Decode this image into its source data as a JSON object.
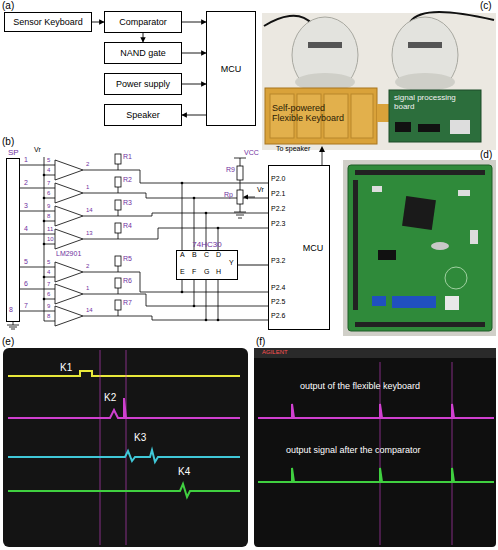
{
  "diagram": {
    "nodes": [
      {
        "text": [
          "Sensor Keyboard"
        ]
      },
      {
        "text": [
          "Comparator"
        ]
      },
      {
        "text": [
          "NAND gate"
        ]
      },
      {
        "text": [
          "Power supply"
        ]
      },
      {
        "text": [
          "Speaker"
        ]
      },
      {
        "text": [
          "MCU"
        ]
      },
      {
        "text": [
          "SP"
        ]
      },
      {
        "text": [
          "74HC30"
        ]
      },
      {
        "text": [
          "MCU"
        ]
      }
    ],
    "edges": [
      {
        "from": 0,
        "to": 1,
        "arrow": "to"
      },
      {
        "from": 1,
        "to": 5,
        "arrow": "to"
      },
      {
        "from": 1,
        "to": 2,
        "arrow": "to"
      },
      {
        "from": 2,
        "to": 5,
        "arrow": "to"
      },
      {
        "from": 3,
        "to": 5,
        "arrow": "to"
      },
      {
        "from": 5,
        "to": 4,
        "arrow": "to"
      },
      {
        "from": 7,
        "to": 8,
        "arrow": "none"
      }
    ],
    "labels": [
      "(a)",
      "(b)",
      "(c)",
      "(d)",
      "(e)",
      "(f)",
      "1",
      "2",
      "3",
      "4",
      "5",
      "6",
      "7",
      "8",
      "Vr",
      "5",
      "4",
      "7",
      "6",
      "9",
      "8",
      "11",
      "10",
      "5",
      "4",
      "7",
      "6",
      "9",
      "8",
      "2",
      "1",
      "14",
      "13",
      "2",
      "1",
      "14",
      "LM2901",
      "R1",
      "R2",
      "R3",
      "R4",
      "R5",
      "R6",
      "R7",
      "R9",
      "Rp",
      "VCC",
      "Vr",
      "To speaker",
      "A",
      "B",
      "C",
      "D",
      "E",
      "F",
      "G",
      "H",
      "Y",
      "P2.0",
      "P2.1",
      "P2.2",
      "P2.3",
      "P3.2",
      "P2.4",
      "P2.5",
      "P2.6",
      "Self-powered Flexible Keyboard",
      "signal processing board",
      "K1",
      "K2",
      "K3",
      "K4",
      "AGILENT",
      "output of the flexible keyboard",
      "output signal after the comparator"
    ]
  }
}
